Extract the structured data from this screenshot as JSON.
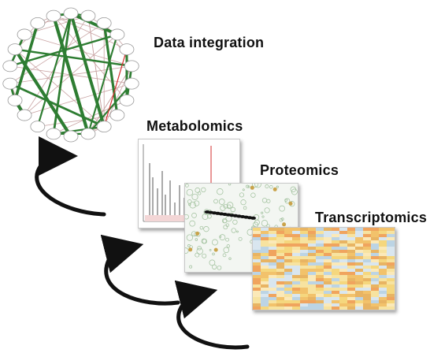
{
  "labels": {
    "integration": "Data integration",
    "metabolomics": "Metabolomics",
    "proteomics": "Proteomics",
    "transcriptomics": "Transcriptomics"
  },
  "colors": {
    "edge_strong": "#2e7d32",
    "edge_faint": "#c9a3a3",
    "node_fill": "#ffffff",
    "spectrum_peak": "#555555",
    "spectrum_red": "#d32f2f",
    "arrow": "#111111"
  }
}
